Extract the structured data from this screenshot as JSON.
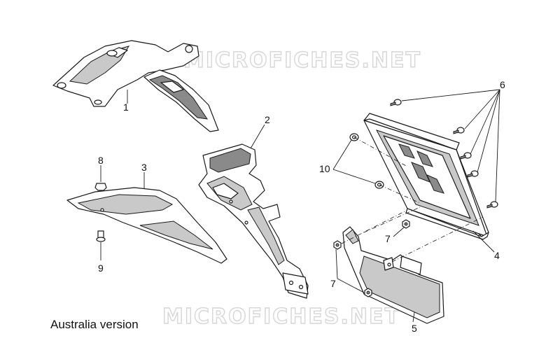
{
  "watermarks": [
    "MICROFICHES.NET",
    "MICROFICHES.NET"
  ],
  "caption": "Australia version",
  "callouts": [
    {
      "id": "1",
      "label": "1"
    },
    {
      "id": "2",
      "label": "2"
    },
    {
      "id": "3",
      "label": "3"
    },
    {
      "id": "4",
      "label": "4"
    },
    {
      "id": "5",
      "label": "5"
    },
    {
      "id": "6",
      "label": "6"
    },
    {
      "id": "7a",
      "label": "7"
    },
    {
      "id": "7b",
      "label": "7"
    },
    {
      "id": "8",
      "label": "8"
    },
    {
      "id": "9",
      "label": "9"
    },
    {
      "id": "10",
      "label": "10"
    }
  ]
}
